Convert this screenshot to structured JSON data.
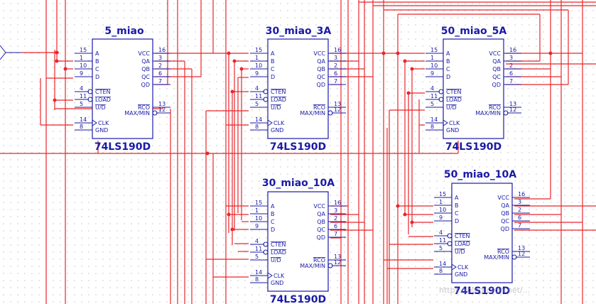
{
  "chips": [
    {
      "title": "5_miao",
      "part": "74LS190D",
      "left": [
        {
          "label": "A",
          "pin": "15"
        },
        {
          "label": "B",
          "pin": "1"
        },
        {
          "label": "C",
          "pin": "10"
        },
        {
          "label": "D",
          "pin": "9"
        },
        {
          "label": "CTEN",
          "pin": "4"
        },
        {
          "label": "LOAD",
          "pin": "11"
        },
        {
          "label": "U/D",
          "pin": "5"
        },
        {
          "label": "CLK",
          "pin": "14"
        },
        {
          "label": "GND",
          "pin": "8"
        }
      ],
      "right": [
        {
          "label": "VCC",
          "pin": "16"
        },
        {
          "label": "QA",
          "pin": "3"
        },
        {
          "label": "QB",
          "pin": "2"
        },
        {
          "label": "QC",
          "pin": "6"
        },
        {
          "label": "QD",
          "pin": "7"
        },
        {
          "label": "RCO",
          "pin": "13"
        },
        {
          "label": "MAX/MIN",
          "pin": "12"
        }
      ]
    },
    {
      "title": "30_miao_3A",
      "part": "74LS190D",
      "left": [
        {
          "label": "A",
          "pin": "15"
        },
        {
          "label": "B",
          "pin": "1"
        },
        {
          "label": "C",
          "pin": "10"
        },
        {
          "label": "D",
          "pin": "9"
        },
        {
          "label": "CTEN",
          "pin": "4"
        },
        {
          "label": "LOAD",
          "pin": "11"
        },
        {
          "label": "U/D",
          "pin": "5"
        },
        {
          "label": "CLK",
          "pin": "14"
        },
        {
          "label": "GND",
          "pin": "8"
        }
      ],
      "right": [
        {
          "label": "VCC",
          "pin": "16"
        },
        {
          "label": "QA",
          "pin": "3"
        },
        {
          "label": "QB",
          "pin": "2"
        },
        {
          "label": "QC",
          "pin": "6"
        },
        {
          "label": "QD",
          "pin": "7"
        },
        {
          "label": "RCO",
          "pin": "13"
        },
        {
          "label": "MAX/MIN",
          "pin": "12"
        }
      ]
    },
    {
      "title": "50_miao_5A",
      "part": "74LS190D",
      "left": [
        {
          "label": "A",
          "pin": "15"
        },
        {
          "label": "B",
          "pin": "1"
        },
        {
          "label": "C",
          "pin": "10"
        },
        {
          "label": "D",
          "pin": "9"
        },
        {
          "label": "CTEN",
          "pin": "4"
        },
        {
          "label": "LOAD",
          "pin": "11"
        },
        {
          "label": "U/D",
          "pin": "5"
        },
        {
          "label": "CLK",
          "pin": "14"
        },
        {
          "label": "GND",
          "pin": "8"
        }
      ],
      "right": [
        {
          "label": "VCC",
          "pin": "16"
        },
        {
          "label": "QA",
          "pin": "3"
        },
        {
          "label": "QB",
          "pin": "2"
        },
        {
          "label": "QC",
          "pin": "6"
        },
        {
          "label": "QD",
          "pin": "7"
        },
        {
          "label": "RCO",
          "pin": "13"
        },
        {
          "label": "MAX/MIN",
          "pin": "12"
        }
      ]
    },
    {
      "title": "30_miao_10A",
      "part": "74LS190D",
      "left": [
        {
          "label": "A",
          "pin": "15"
        },
        {
          "label": "B",
          "pin": "1"
        },
        {
          "label": "C",
          "pin": "10"
        },
        {
          "label": "D",
          "pin": "9"
        },
        {
          "label": "CTEN",
          "pin": "4"
        },
        {
          "label": "LOAD",
          "pin": "11"
        },
        {
          "label": "U/D",
          "pin": "5"
        },
        {
          "label": "CLK",
          "pin": "14"
        },
        {
          "label": "GND",
          "pin": "8"
        }
      ],
      "right": [
        {
          "label": "VCC",
          "pin": "16"
        },
        {
          "label": "QA",
          "pin": "3"
        },
        {
          "label": "QB",
          "pin": "2"
        },
        {
          "label": "QC",
          "pin": "6"
        },
        {
          "label": "QD",
          "pin": "7"
        },
        {
          "label": "RCO",
          "pin": "13"
        },
        {
          "label": "MAX/MIN",
          "pin": "12"
        }
      ]
    },
    {
      "title": "50_miao_10A",
      "part": "74LS190D",
      "left": [
        {
          "label": "A",
          "pin": "15"
        },
        {
          "label": "B",
          "pin": "1"
        },
        {
          "label": "C",
          "pin": "10"
        },
        {
          "label": "D",
          "pin": "9"
        },
        {
          "label": "CTEN",
          "pin": "4"
        },
        {
          "label": "LOAD",
          "pin": "11"
        },
        {
          "label": "U/D",
          "pin": "5"
        },
        {
          "label": "CLK",
          "pin": "14"
        },
        {
          "label": "GND",
          "pin": "8"
        }
      ],
      "right": [
        {
          "label": "VCC",
          "pin": "16"
        },
        {
          "label": "QA",
          "pin": "3"
        },
        {
          "label": "QB",
          "pin": "2"
        },
        {
          "label": "QC",
          "pin": "6"
        },
        {
          "label": "QD",
          "pin": "7"
        },
        {
          "label": "RCO",
          "pin": "13"
        },
        {
          "label": "MAX/MIN",
          "pin": "12"
        }
      ]
    }
  ],
  "colors": {
    "wire": "#e8262b",
    "component": "#1a1aa6",
    "grid_dot": "#9c9c9c"
  },
  "watermark": "https://blog.csdn.net/..."
}
